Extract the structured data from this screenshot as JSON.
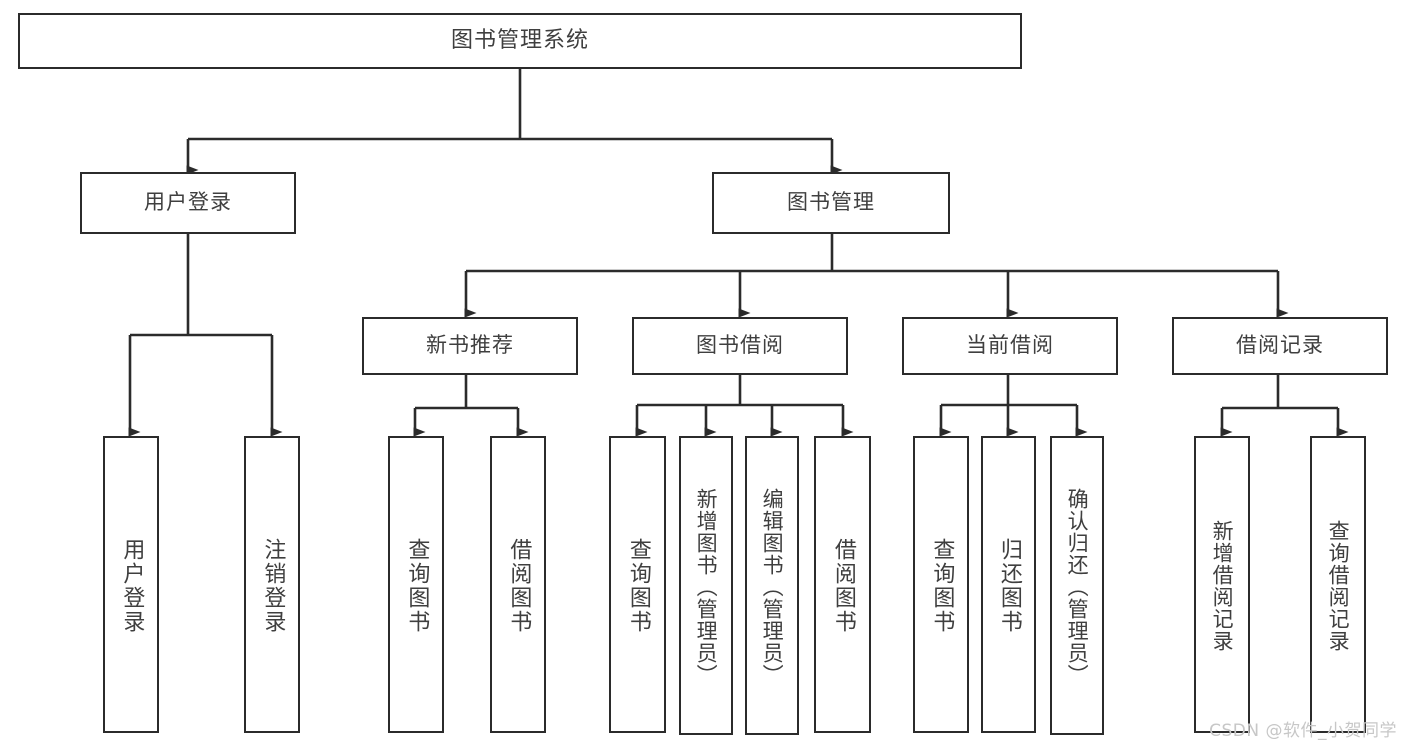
{
  "diagram": {
    "title": "图书管理系统",
    "watermark": "CSDN @软件_小贺同学",
    "colors": {
      "stroke": "#2b2b2b",
      "box_fill": "#ffffff",
      "text": "#3f3f3f",
      "watermark": "#c7c7c7",
      "background": "#ffffff"
    },
    "levels": {
      "root": "图书管理系统",
      "level2": [
        "用户登录",
        "图书管理"
      ],
      "level3": [
        "新书推荐",
        "图书借阅",
        "当前借阅",
        "借阅记录"
      ]
    },
    "nodes": {
      "root": {
        "label": "图书管理系统"
      },
      "user_login": {
        "label": "用户登录"
      },
      "book_manage": {
        "label": "图书管理"
      },
      "new_book_rec": {
        "label": "新书推荐"
      },
      "book_borrow": {
        "label": "图书借阅"
      },
      "current_borrow": {
        "label": "当前借阅"
      },
      "borrow_record": {
        "label": "借阅记录"
      },
      "leaf_user_login": {
        "label": "用户登录"
      },
      "leaf_logout": {
        "label": "注销登录"
      },
      "leaf_query_book_1": {
        "label": "查询图书"
      },
      "leaf_borrow_book_1": {
        "label": "借阅图书"
      },
      "leaf_query_book_2": {
        "label": "查询图书"
      },
      "leaf_add_book_admin": {
        "label": "新增图书（管理员）"
      },
      "leaf_edit_book_admin": {
        "label": "编辑图书（管理员）"
      },
      "leaf_borrow_book_2": {
        "label": "借阅图书"
      },
      "leaf_query_book_3": {
        "label": "查询图书"
      },
      "leaf_return_book": {
        "label": "归还图书"
      },
      "leaf_confirm_return_admin": {
        "label": "确认归还（管理员）"
      },
      "leaf_add_borrow_record": {
        "label": "新增借阅记录"
      },
      "leaf_query_borrow_record": {
        "label": "查询借阅记录"
      }
    }
  }
}
